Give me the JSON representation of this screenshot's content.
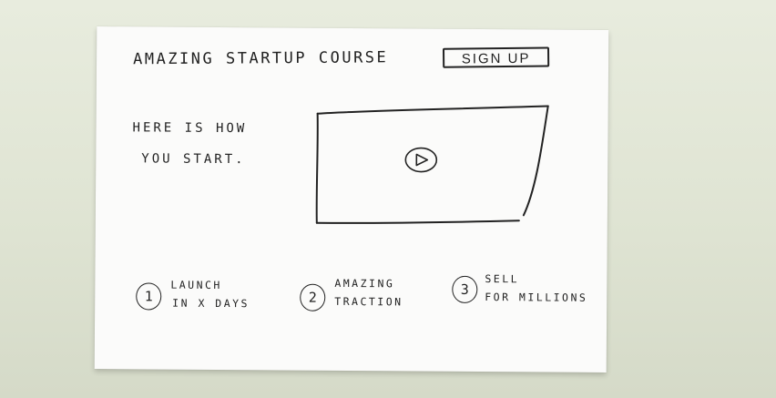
{
  "header": {
    "title": "AMAZING STARTUP COURSE",
    "signup_label": "SIGN UP"
  },
  "hero": {
    "line1": "HERE IS HOW",
    "line2": "YOU START."
  },
  "video": {
    "play_icon": "play-icon"
  },
  "steps": [
    {
      "number": "1",
      "line1": "LAUNCH",
      "line2": "IN X DAYS"
    },
    {
      "number": "2",
      "line1": "AMAZING",
      "line2": "TRACTION"
    },
    {
      "number": "3",
      "line1": "SELL",
      "line2": "FOR MILLIONS"
    }
  ],
  "colors": {
    "ink": "#222222",
    "paper": "#fbfbfa",
    "background": "#e2e6d7"
  }
}
